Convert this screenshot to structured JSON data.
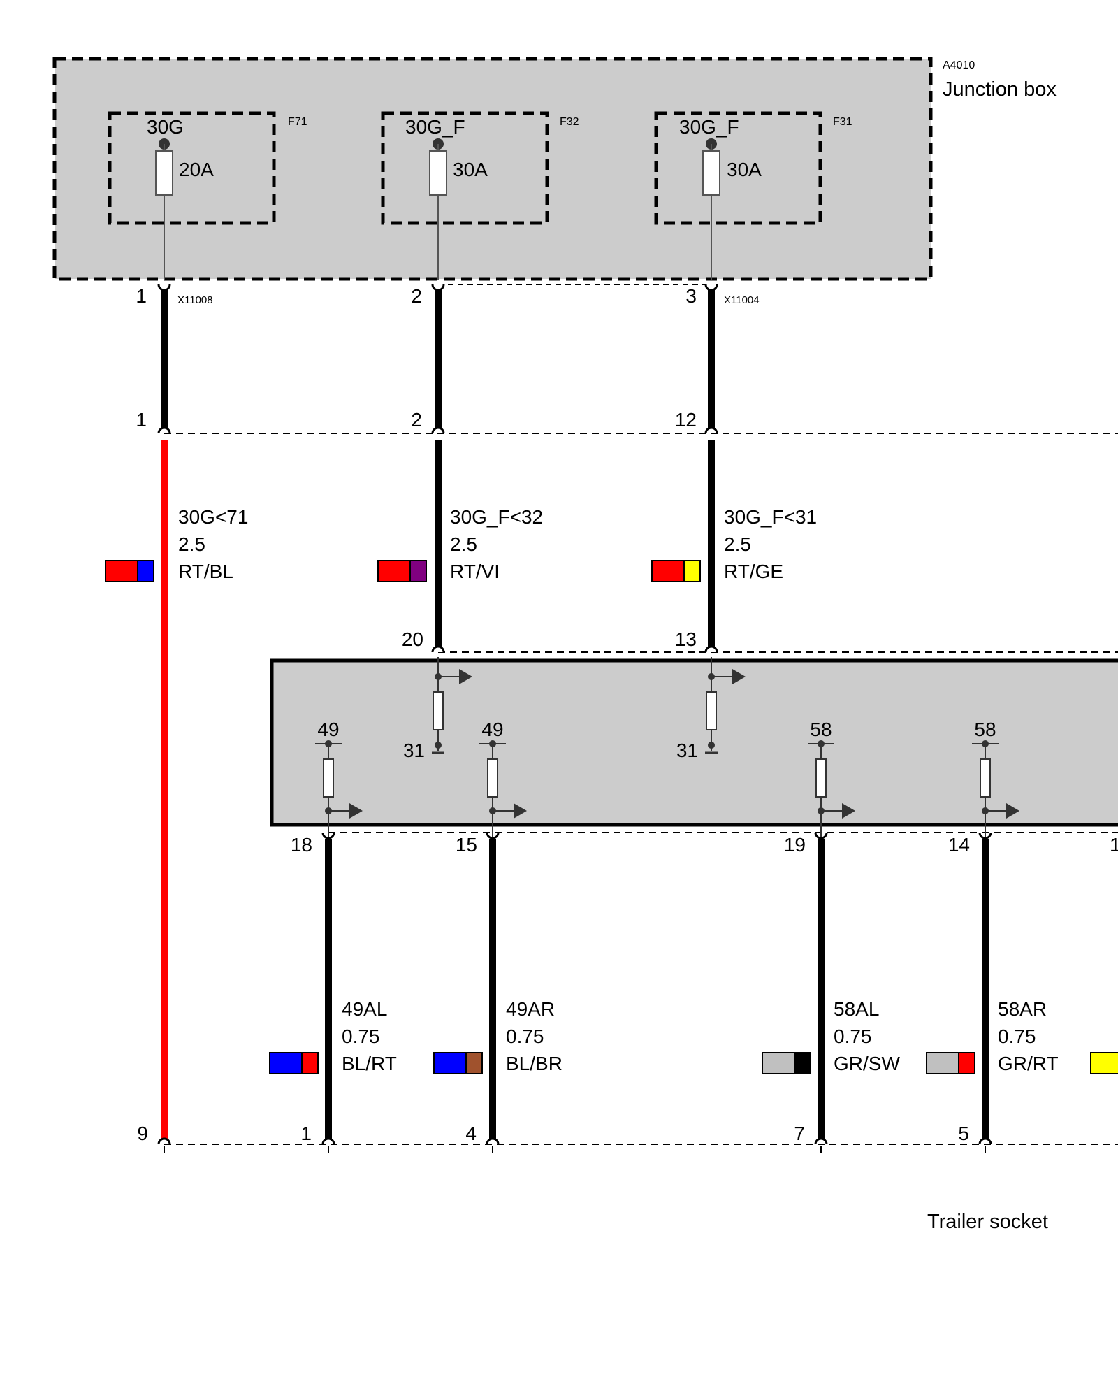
{
  "junction_box": {
    "id": "A4010",
    "title": "Junction box",
    "fuses": [
      {
        "terminal": "30G",
        "rating": "20A",
        "id": "F71"
      },
      {
        "terminal": "30G_F",
        "rating": "30A",
        "id": "F32"
      },
      {
        "terminal": "30G_F",
        "rating": "30A",
        "id": "F31"
      }
    ]
  },
  "connectors": {
    "x11008": "X11008",
    "x11004": "X11004"
  },
  "pins": {
    "jb_out": [
      "1",
      "2",
      "3"
    ],
    "mid": [
      "1",
      "2",
      "12"
    ],
    "module_in": [
      "20",
      "13"
    ],
    "module_out": [
      "18",
      "15",
      "19",
      "14",
      "1"
    ],
    "socket": [
      "9",
      "1",
      "4",
      "7",
      "5"
    ]
  },
  "upper_wires": [
    {
      "signal": "30G<71",
      "gauge": "2.5",
      "color_code": "RT/BL",
      "colors": [
        "#ff0000",
        "#0000ff"
      ]
    },
    {
      "signal": "30G_F<32",
      "gauge": "2.5",
      "color_code": "RT/VI",
      "colors": [
        "#ff0000",
        "#800080"
      ]
    },
    {
      "signal": "30G_F<31",
      "gauge": "2.5",
      "color_code": "RT/GE",
      "colors": [
        "#ff0000",
        "#ffff00"
      ]
    }
  ],
  "module": {
    "ground_labels": [
      "31",
      "31"
    ],
    "output_labels": [
      "49",
      "49",
      "58",
      "58"
    ]
  },
  "lower_wires": [
    {
      "signal": "49AL",
      "gauge": "0.75",
      "color_code": "BL/RT",
      "colors": [
        "#0000ff",
        "#ff0000"
      ]
    },
    {
      "signal": "49AR",
      "gauge": "0.75",
      "color_code": "BL/BR",
      "colors": [
        "#0000ff",
        "#a0522d"
      ]
    },
    {
      "signal": "58AL",
      "gauge": "0.75",
      "color_code": "GR/SW",
      "colors": [
        "#c0c0c0",
        "#000000"
      ]
    },
    {
      "signal": "58AR",
      "gauge": "0.75",
      "color_code": "GR/RT",
      "colors": [
        "#c0c0c0",
        "#ff0000"
      ]
    }
  ],
  "partial_swatch_color": "#ffff00",
  "trailer_socket_label": "Trailer socket",
  "red_wire_color": "#ff0000"
}
